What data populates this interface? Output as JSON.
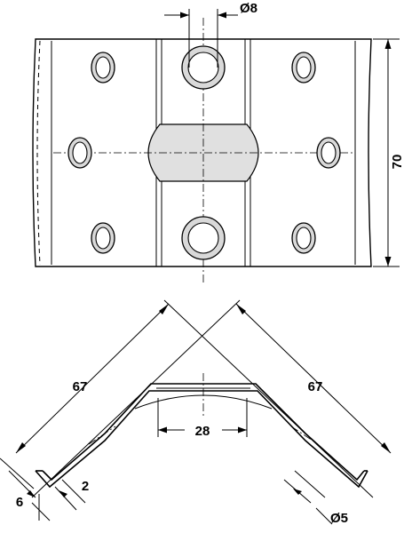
{
  "dimensions": {
    "hole_diameter_top": "Ø8",
    "height": "70",
    "leg_left": "67",
    "leg_right": "67",
    "center_width": "28",
    "flange_length": "6",
    "thickness": "2",
    "hole_diameter_side": "Ø5"
  }
}
